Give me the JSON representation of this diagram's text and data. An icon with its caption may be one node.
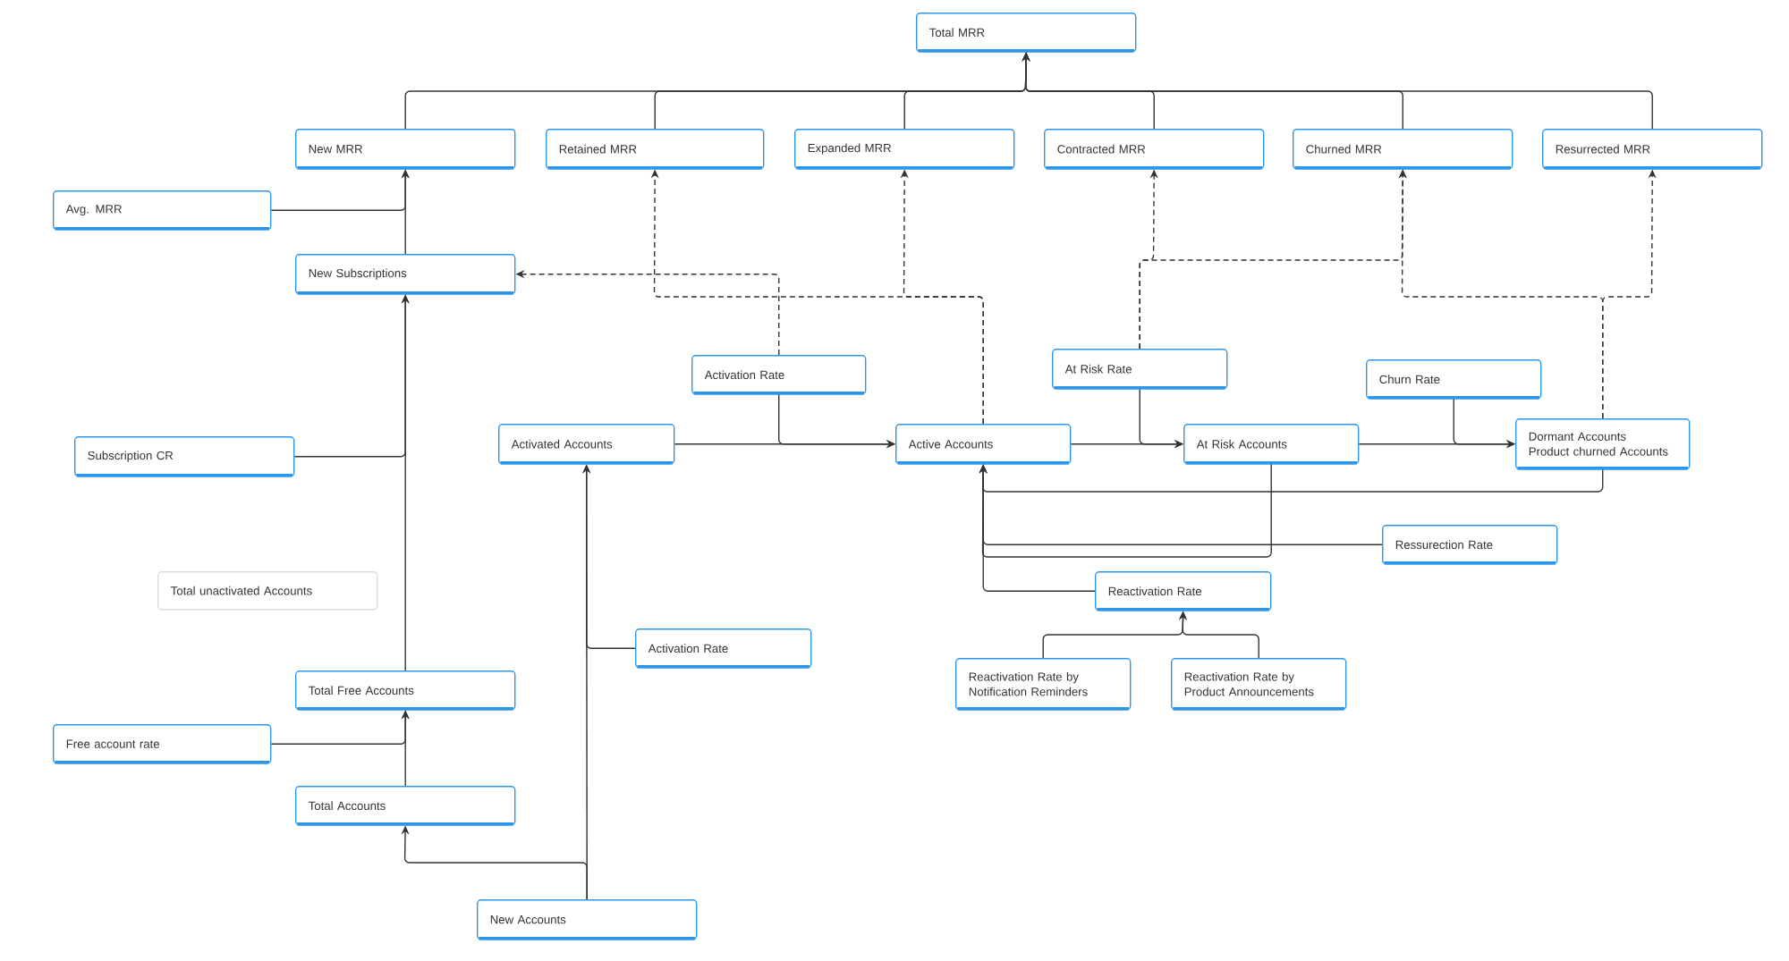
{
  "diagram": {
    "nodes": [
      {
        "text": [
          "Total MRR"
        ]
      },
      {
        "text": [
          "New MRR"
        ]
      },
      {
        "text": [
          "Retained MRR"
        ]
      },
      {
        "text": [
          "Expanded MRR"
        ]
      },
      {
        "text": [
          "Contracted MRR"
        ]
      },
      {
        "text": [
          "Churned MRR"
        ]
      },
      {
        "text": [
          "Resurrected MRR"
        ]
      },
      {
        "text": [
          "Avg. MRR"
        ]
      },
      {
        "text": [
          "New Subscriptions"
        ]
      },
      {
        "text": [
          "Activation Rate"
        ]
      },
      {
        "text": [
          "At Risk Rate"
        ]
      },
      {
        "text": [
          "Churn Rate"
        ]
      },
      {
        "text": [
          "Subscription CR"
        ]
      },
      {
        "text": [
          "Activated Accounts"
        ]
      },
      {
        "text": [
          "Active Accounts"
        ]
      },
      {
        "text": [
          "At Risk Accounts"
        ]
      },
      {
        "text": [
          "Dormant Accounts",
          "Product churned Accounts"
        ]
      },
      {
        "text": [
          "Ressurection Rate"
        ]
      },
      {
        "text": [
          "Total unactivated Accounts"
        ]
      },
      {
        "text": [
          "Reactivation Rate"
        ]
      },
      {
        "text": [
          "Activation Rate"
        ]
      },
      {
        "text": [
          "Total Free Accounts"
        ]
      },
      {
        "text": [
          "Free account rate"
        ]
      },
      {
        "text": [
          "Reactivation Rate by Notification Reminders"
        ]
      },
      {
        "text": [
          "Reactivation Rate by Product Announcements"
        ]
      },
      {
        "text": [
          "Total Accounts"
        ]
      },
      {
        "text": [
          "New Accounts"
        ]
      }
    ],
    "edges": [
      {
        "from": 1,
        "to": 0,
        "arrow": "to"
      },
      {
        "from": 2,
        "to": 0,
        "arrow": "to"
      },
      {
        "from": 3,
        "to": 0,
        "arrow": "to"
      },
      {
        "from": 4,
        "to": 0,
        "arrow": "to"
      },
      {
        "from": 5,
        "to": 0,
        "arrow": "to"
      },
      {
        "from": 6,
        "to": 0,
        "arrow": "to"
      },
      {
        "from": 7,
        "to": 1,
        "arrow": "to"
      },
      {
        "from": 8,
        "to": 1,
        "arrow": "to"
      },
      {
        "from": 9,
        "to": 8,
        "arrow": "to",
        "style": "dashed"
      },
      {
        "from": 12,
        "to": 8,
        "arrow": "to"
      },
      {
        "from": 21,
        "to": 8,
        "arrow": "to"
      },
      {
        "from": 22,
        "to": 21,
        "arrow": "to"
      },
      {
        "from": 25,
        "to": 21,
        "arrow": "to"
      },
      {
        "from": 26,
        "to": 25,
        "arrow": "to"
      },
      {
        "from": 26,
        "to": 13,
        "arrow": "to"
      },
      {
        "from": 20,
        "to": 13,
        "arrow": "to"
      },
      {
        "from": 13,
        "to": 14,
        "arrow": "to"
      },
      {
        "from": 9,
        "to": 14,
        "arrow": "to"
      },
      {
        "from": 14,
        "to": 15,
        "arrow": "to"
      },
      {
        "from": 10,
        "to": 15,
        "arrow": "to"
      },
      {
        "from": 15,
        "to": 16,
        "arrow": "to"
      },
      {
        "from": 11,
        "to": 16,
        "arrow": "to"
      },
      {
        "from": 16,
        "to": 14,
        "arrow": "to"
      },
      {
        "from": 15,
        "to": 14,
        "arrow": "to"
      },
      {
        "from": 17,
        "to": 14,
        "arrow": "to"
      },
      {
        "from": 19,
        "to": 14,
        "arrow": "to"
      },
      {
        "from": 23,
        "to": 19,
        "arrow": "to"
      },
      {
        "from": 24,
        "to": 19,
        "arrow": "to"
      },
      {
        "from": 14,
        "to": 2,
        "arrow": "to",
        "style": "dashed"
      },
      {
        "from": 14,
        "to": 3,
        "arrow": "to",
        "style": "dashed"
      },
      {
        "from": 10,
        "to": 4,
        "arrow": "to",
        "style": "dashed"
      },
      {
        "from": 10,
        "to": 5,
        "arrow": "to",
        "style": "dashed"
      },
      {
        "from": 16,
        "to": 5,
        "arrow": "to",
        "style": "dashed"
      },
      {
        "from": 16,
        "to": 6,
        "arrow": "to",
        "style": "dashed"
      }
    ]
  }
}
